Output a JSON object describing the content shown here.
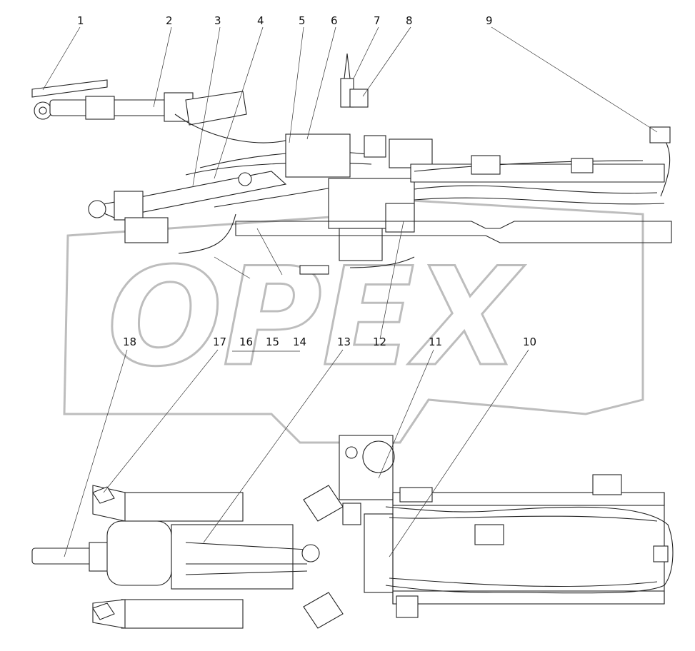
{
  "diagram": {
    "watermark": "OPEX",
    "callouts": [
      {
        "id": "c1",
        "label": "1"
      },
      {
        "id": "c2",
        "label": "2"
      },
      {
        "id": "c3",
        "label": "3"
      },
      {
        "id": "c4",
        "label": "4"
      },
      {
        "id": "c5",
        "label": "5"
      },
      {
        "id": "c6",
        "label": "6"
      },
      {
        "id": "c7",
        "label": "7"
      },
      {
        "id": "c8",
        "label": "8"
      },
      {
        "id": "c9",
        "label": "9"
      },
      {
        "id": "c10",
        "label": "10"
      },
      {
        "id": "c11",
        "label": "11"
      },
      {
        "id": "c12",
        "label": "12"
      },
      {
        "id": "c13",
        "label": "13"
      },
      {
        "id": "c14",
        "label": "14"
      },
      {
        "id": "c15",
        "label": "15"
      },
      {
        "id": "c16",
        "label": "16"
      },
      {
        "id": "c17",
        "label": "17"
      },
      {
        "id": "c18",
        "label": "18"
      }
    ]
  }
}
